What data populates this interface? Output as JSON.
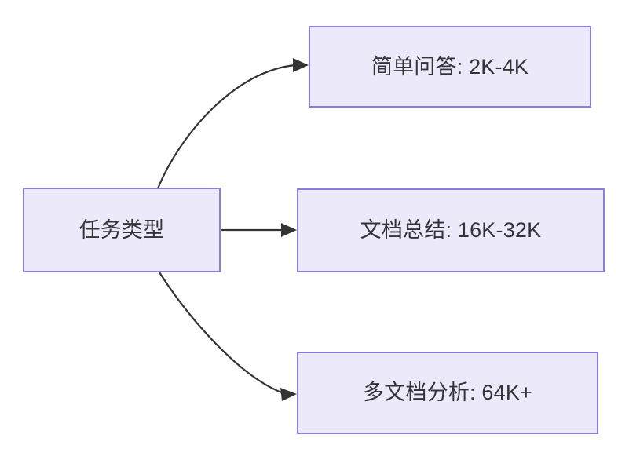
{
  "diagram": {
    "type": "flowchart",
    "direction": "left-to-right",
    "background_color": "#ffffff",
    "node_fill_color": "#ECEAFA",
    "node_border_color": "#8E7CD8",
    "node_text_color": "#333338",
    "edge_color": "#333333",
    "nodes": [
      {
        "id": "root",
        "label": "任务类型",
        "role": "source"
      },
      {
        "id": "simple_qa",
        "label": "简单问答: 2K-4K",
        "role": "target"
      },
      {
        "id": "doc_summary",
        "label": "文档总结: 16K-32K",
        "role": "target"
      },
      {
        "id": "multidoc",
        "label": "多文档分析: 64K+",
        "role": "target"
      }
    ],
    "edges": [
      {
        "id": "edge-root-simple-qa",
        "from": "root",
        "to": "simple_qa",
        "style": "curved",
        "arrow": "single"
      },
      {
        "id": "edge-root-doc-summary",
        "from": "root",
        "to": "doc_summary",
        "style": "straight",
        "arrow": "single"
      },
      {
        "id": "edge-root-multidoc",
        "from": "root",
        "to": "multidoc",
        "style": "curved",
        "arrow": "single"
      }
    ]
  }
}
